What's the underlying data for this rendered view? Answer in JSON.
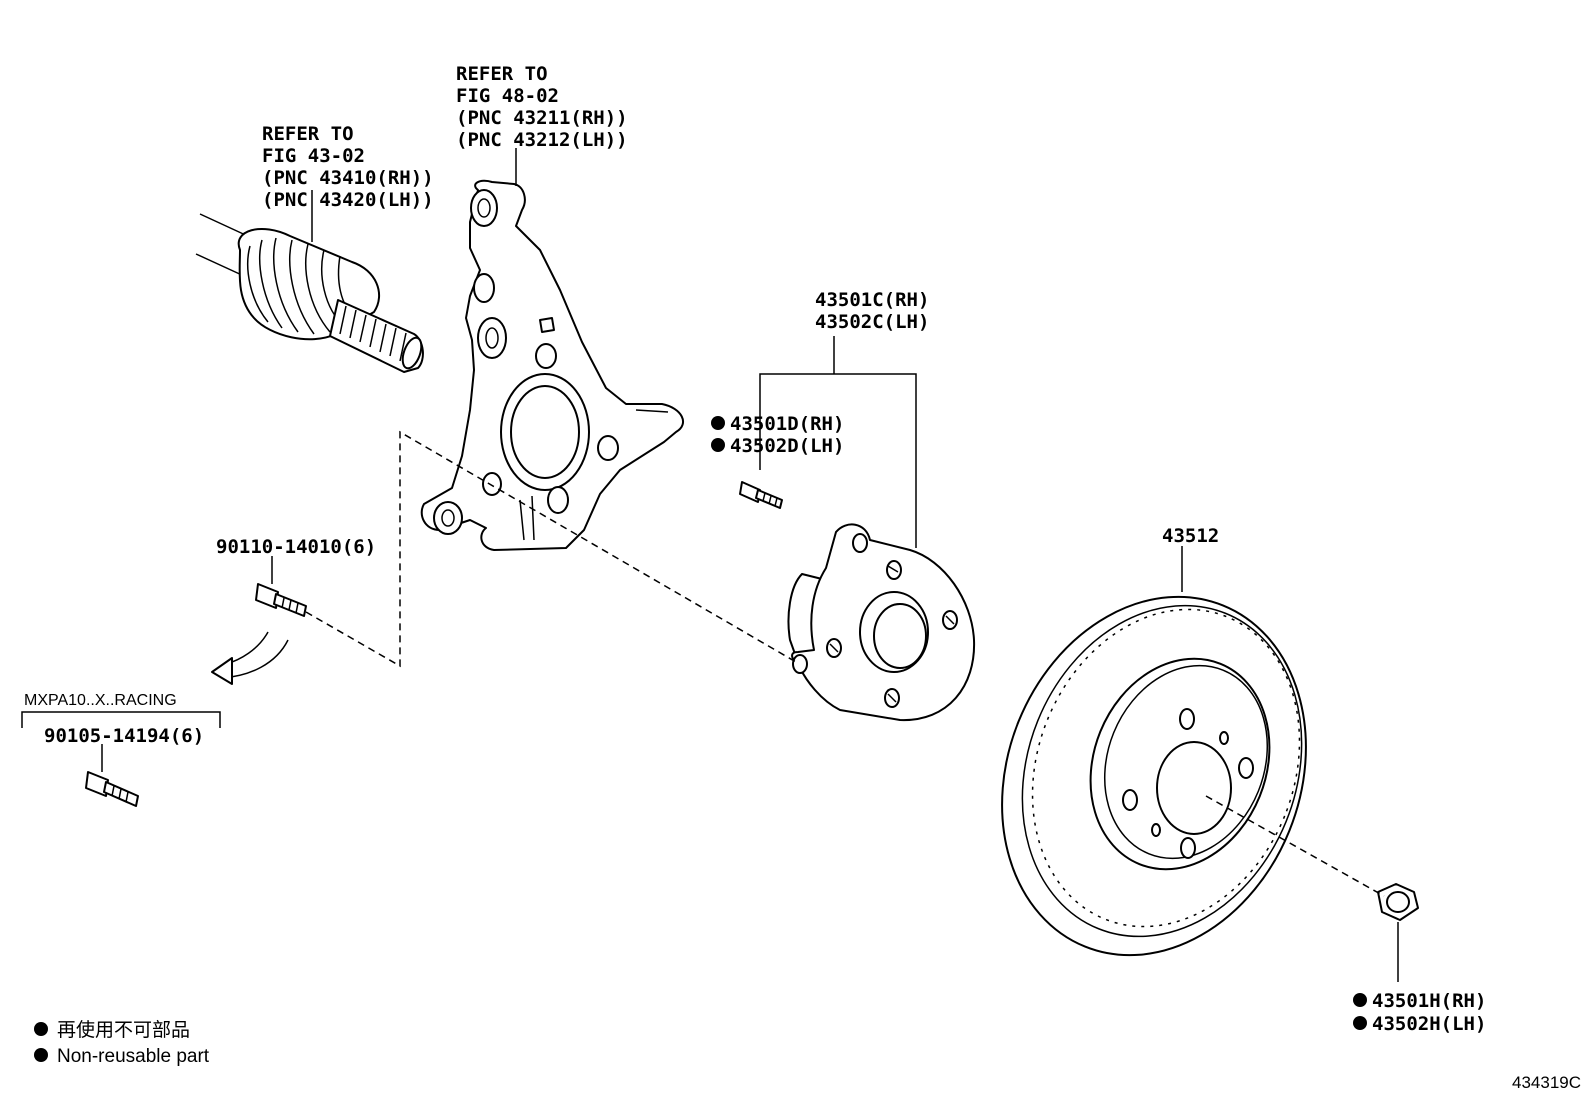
{
  "callouts": {
    "drive_shaft": [
      "REFER TO",
      "FIG 43-02",
      "(PNC 43410(RH))",
      "(PNC 43420(LH))"
    ],
    "knuckle": [
      "REFER TO",
      "FIG 48-02",
      "(PNC 43211(RH))",
      "(PNC 43212(LH))"
    ],
    "hub": [
      "43501C(RH)",
      "43502C(LH)"
    ],
    "hub_bolt": [
      "43501D(RH)",
      "43502D(LH)"
    ],
    "disc": "43512",
    "knuckle_bolt": "90110-14010(6)",
    "variant_label": "MXPA10..X..RACING",
    "variant_bolt": "90105-14194(6)",
    "nut": [
      "43501H(RH)",
      "43502H(LH)"
    ]
  },
  "legend": {
    "non_reusable_jp": "再使用不可部品",
    "non_reusable_en": "Non-reusable part"
  },
  "figure_code": "434319C",
  "non_reusable_marker": "●"
}
